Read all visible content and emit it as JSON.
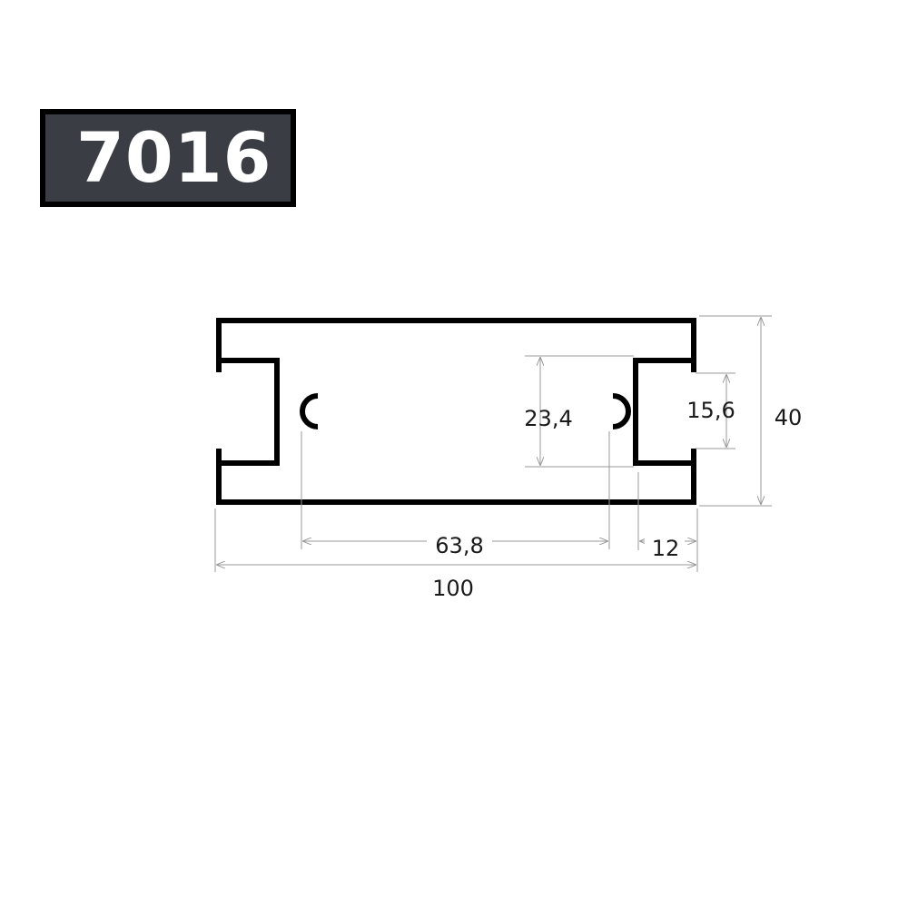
{
  "product": {
    "code": "7016",
    "badge_bg": "#3a3e44",
    "badge_border": "#000000",
    "badge_text_color": "#ffffff"
  },
  "dimensions": {
    "total_width": "100",
    "total_height": "40",
    "inner_height": "23,4",
    "slot_height": "15,6",
    "clip_spacing": "63,8",
    "slot_depth": "12"
  },
  "colors": {
    "profile": "#000000",
    "dimension_line": "#9a9a9a",
    "dimension_text": "#1a1a1a"
  }
}
